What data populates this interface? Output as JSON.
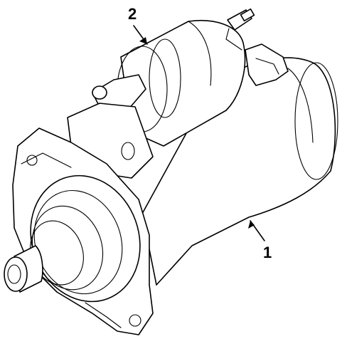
{
  "diagram": {
    "callouts": [
      {
        "id": "1",
        "label": "1",
        "part": "starter-motor-body"
      },
      {
        "id": "2",
        "label": "2",
        "part": "solenoid"
      }
    ]
  }
}
